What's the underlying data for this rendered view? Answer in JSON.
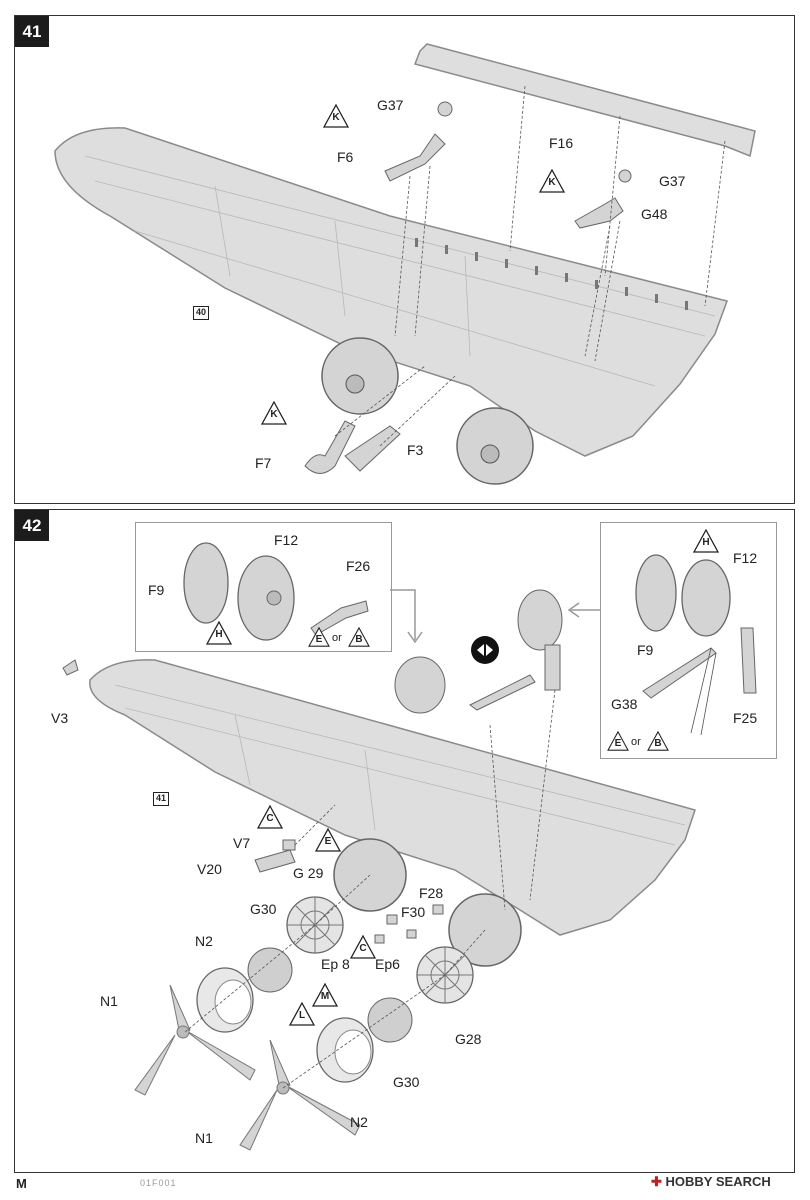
{
  "steps": [
    {
      "number": "41",
      "ref": "40"
    },
    {
      "number": "42",
      "ref": "41"
    }
  ],
  "step41_labels": {
    "g37_a": "G37",
    "f16": "F16",
    "f6": "F6",
    "g37_b": "G37",
    "g48": "G48",
    "f7": "F7",
    "f3": "F3"
  },
  "step41_markers": [
    "K",
    "K",
    "K"
  ],
  "step42_inset_left": {
    "f12": "F12",
    "f26": "F26",
    "f9": "F9",
    "marker_h": "H",
    "marker_e": "E",
    "or": "or",
    "marker_b": "B"
  },
  "step42_inset_right": {
    "marker_h": "H",
    "f12": "F12",
    "f9": "F9",
    "g38": "G38",
    "f25": "F25",
    "marker_e": "E",
    "or": "or",
    "marker_b": "B"
  },
  "step42_labels": {
    "v3": "V3",
    "v7": "V7",
    "v20": "V20",
    "g29": "G 29",
    "g30_a": "G30",
    "n2_a": "N2",
    "n1_a": "N1",
    "f28": "F28",
    "f30": "F30",
    "ep8": "Ep 8",
    "ep6": "Ep6",
    "g28": "G28",
    "g30_b": "G30",
    "n2_b": "N2",
    "n1_b": "N1"
  },
  "step42_markers": {
    "c_a": "C",
    "e_a": "E",
    "c_b": "C",
    "m": "M",
    "l": "L"
  },
  "footer": {
    "brand": "M",
    "code": "01F001",
    "watermark_mark": "✚",
    "watermark": "HOBBY SEARCH"
  },
  "colors": {
    "part_fill": "#dedede",
    "part_stroke": "#8a8a8a",
    "line": "#555555"
  }
}
